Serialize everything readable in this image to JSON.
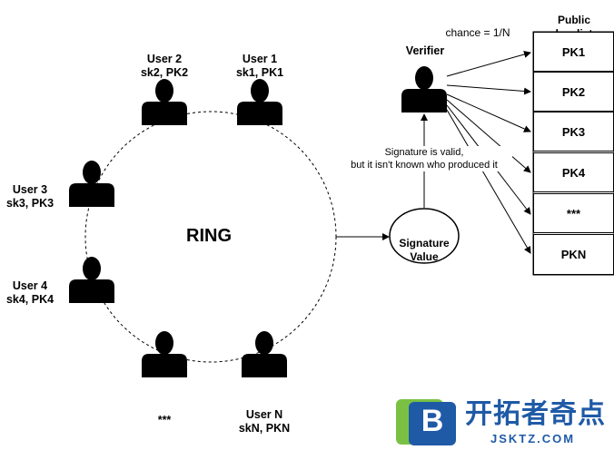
{
  "users": [
    {
      "name": "User 2",
      "keys": "sk2, PK2"
    },
    {
      "name": "User 1",
      "keys": "sk1, PK1"
    },
    {
      "name": "User 3",
      "keys": "sk3, PK3"
    },
    {
      "name": "User 4",
      "keys": "sk4, PK4"
    },
    {
      "name": "***",
      "keys": ""
    },
    {
      "name": "User N",
      "keys": "skN, PKN"
    }
  ],
  "ring_label": "RING",
  "signature": {
    "line1": "Signature",
    "line2": "Value"
  },
  "verifier": {
    "label": "Verifier",
    "chance": "chance = 1/N"
  },
  "validity_note": {
    "line1": "Signature is valid,",
    "line2": "but it isn't known who produced it"
  },
  "public_key_list": {
    "title_line1": "Public",
    "title_line2": "key list",
    "keys": [
      "PK1",
      "PK2",
      "PK3",
      "PK4",
      "***",
      "PKN"
    ]
  },
  "watermark": {
    "brand": "开拓者奇点",
    "url": "JSKTZ.COM",
    "icon_letter": "B"
  },
  "colors": {
    "logo_green": "#7ac143",
    "logo_blue": "#1f5aa6"
  }
}
